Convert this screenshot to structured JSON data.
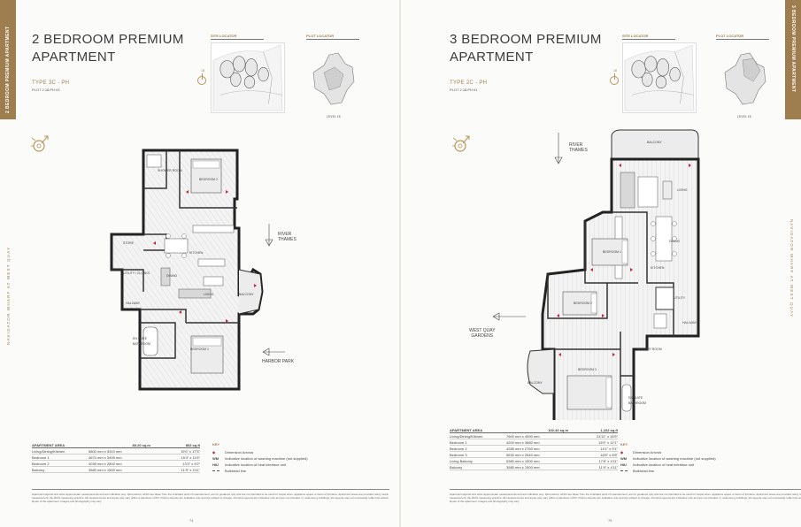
{
  "left": {
    "tab_text": "2 BEDROOM PREMIUM APARTMENT",
    "side_text": "NAVIGATOR WHARF AT WEST QUAY",
    "title": "2 BEDROOM PREMIUM APARTMENT",
    "type": "TYPE 3C - PH",
    "plot": "PLOT 2.18.PH.03",
    "site_locator": "SITE LOCATOR",
    "plot_locator": "PLOT LOCATOR",
    "level": "LEVEL 18",
    "icon_label": "18",
    "directions": {
      "river": "RIVER\nTHAMES",
      "harbor": "HARBOR PARK"
    },
    "rooms": [
      "SHOWER ROOM",
      "BEDROOM 2",
      "STORE",
      "KITCHEN",
      "DINING",
      "LIVING",
      "UTILITY / CLOAKS",
      "HALLWAY",
      "EN SUITE BATHROOM",
      "BEDROOM 1",
      "BALCONY"
    ],
    "spec": {
      "header": [
        "APARTMENT AREA",
        "80.20 sq.m",
        "863 sq.ft"
      ],
      "rows": [
        [
          "Living/Dining/Kitchen",
          "5800 mm x 5310 mm",
          "19'0\" x 17'5\""
        ],
        [
          "Bedroom 1",
          "4670 mm x 3495 mm",
          "15'4\" x 11'6\""
        ],
        [
          "Bedroom 2",
          "4035 mm x 2800 mm",
          "13'3\" x 9'2\""
        ],
        [
          "Balcony",
          "3580 mm x 1500 mm",
          "11'9\" x 4'11\""
        ]
      ]
    },
    "key": {
      "title": "KEY",
      "items": [
        {
          "sym": "◆",
          "red": true,
          "text": "Dimension Arrows"
        },
        {
          "sym": "WM",
          "red": false,
          "text": "Indicative location of washing machine (not supplied)"
        },
        {
          "sym": "HIU",
          "red": false,
          "text": "Indicative location of heat interface unit"
        },
        {
          "sym": "line",
          "red": false,
          "text": "Bulkhead line"
        }
      ]
    },
    "footnote": "Apartment layouts and sizes approximate measurements and are indicative only. Dimensions, which are taken from the indicated point of measurement, are for guidance only and are not intended to be used for carpet sizes, appliance space or items of furniture. Apartment areas are provided using metric measurement; the RICS measuring practice. All measurements and areas may vary within a tolerance of 5%. Kitchen layouts are indicative only and are subject to change. Furniture layouts are indicative only and are not included. In multi-storey buildings, the layouts may not necessarily reflect the actual layout of the apartment. Images and photography may vary.",
    "page_no": "74"
  },
  "right": {
    "tab_text": "3 BEDROOM PREMIUM APARTMENT",
    "side_text": "NAVIGATOR WHARF AT WEST QUAY",
    "title": "3 BEDROOM PREMIUM APARTMENT",
    "type": "TYPE 2C - PH",
    "plot": "PLOT 2.18.PH.01",
    "site_locator": "SITE LOCATOR",
    "plot_locator": "PLOT LOCATOR",
    "level": "LEVEL 18",
    "icon_label": "18",
    "directions": {
      "river": "RIVER\nTHAMES",
      "gardens": "WEST QUAY\nGARDENS"
    },
    "rooms": [
      "BALCONY",
      "LIVING",
      "DINING",
      "KITCHEN",
      "BEDROOM 1",
      "HALLWAY",
      "BEDROOM 2",
      "SHOWER ROOM",
      "UTILITY",
      "BEDROOM 3",
      "BALCONY",
      "EN SUITE BATHROOM"
    ],
    "spec": {
      "header": [
        "APARTMENT AREA",
        "102.40 sq.m",
        "1,102 sq.ft"
      ],
      "rows": [
        [
          "Living/Dining/Kitchen",
          "7600 mm x 4990 mm",
          "24'11\" x 16'5\""
        ],
        [
          "Bedroom 1",
          "4200 mm x 3680 mm",
          "13'9\" x 12'1\""
        ],
        [
          "Bedroom 2",
          "4285 mm x 2760 mm",
          "14'1\" x 9'1\""
        ],
        [
          "Bedroom 3",
          "5630 mm x 2640 mm",
          "18'6\" x 8'8\""
        ],
        [
          "Living Balcony",
          "5380 mm x 1500 mm",
          "17'8\" x 4'11\""
        ],
        [
          "Balcony",
          "3580 mm x 1500 mm",
          "11'9\" x 4'11\""
        ]
      ]
    },
    "key": {
      "title": "KEY",
      "items": [
        {
          "sym": "◆",
          "red": true,
          "text": "Dimension Arrows"
        },
        {
          "sym": "WM",
          "red": false,
          "text": "Indicative location of washing machine (not supplied)"
        },
        {
          "sym": "HIU",
          "red": false,
          "text": "Indicative location of heat interface unit"
        },
        {
          "sym": "line",
          "red": false,
          "text": "Bulkhead line"
        }
      ]
    },
    "footnote": "Apartment layouts and sizes approximate measurements and are indicative only. Dimensions, which are taken from the indicated point of measurement, are for guidance only and are not intended to be used for carpet sizes, appliance space or items of furniture. Apartment areas are provided using metric measurement; the RICS measuring practice. All measurements and areas may vary within a tolerance of 5%. Kitchen layouts are indicative only and are subject to change. Furniture layouts are indicative only and are not included. In multi-storey buildings, the layouts may not necessarily reflect the actual layout of the apartment. Images and photography may vary.",
    "page_no": "75"
  }
}
